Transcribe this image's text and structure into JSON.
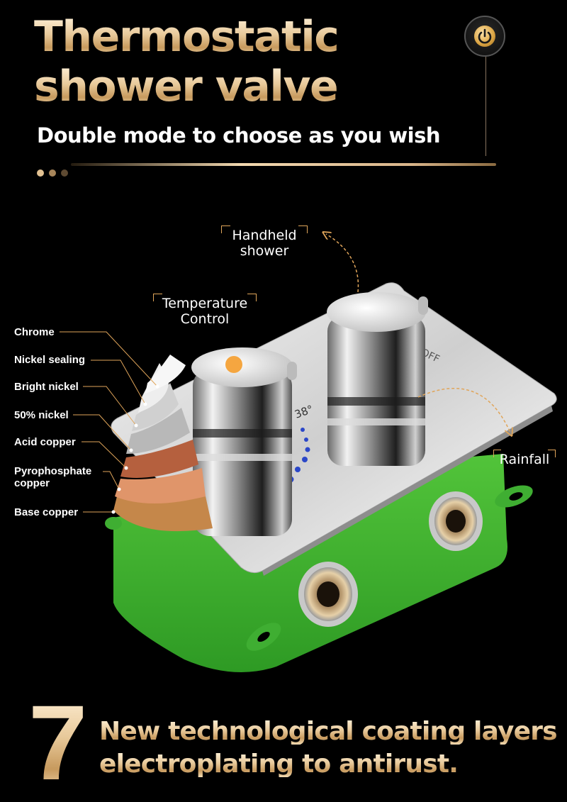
{
  "header": {
    "title_line1": "Thermostatic",
    "title_line2": "shower valve",
    "subtitle": "Double mode to choose as you wish"
  },
  "colors": {
    "background": "#000000",
    "gold": "#e8c99a",
    "accent_orange": "#e0a55a",
    "housing_green": "#3fb030",
    "chrome": "#d9d9d9",
    "dot1": "#e2c292",
    "dot2": "#a8865a",
    "dot3": "#5e4a32"
  },
  "icons": {
    "power": "power-icon"
  },
  "callouts": {
    "handheld": "Handheld\nshower",
    "temperature": "Temperature\nControl",
    "rainfall": "Rainfall"
  },
  "layers": [
    {
      "label": "Chrome"
    },
    {
      "label": "Nickel sealing"
    },
    {
      "label": "Bright nickel"
    },
    {
      "label": "50% nickel"
    },
    {
      "label": "Acid copper"
    },
    {
      "label": "Pyrophosphate\ncopper"
    },
    {
      "label": "Base copper"
    }
  ],
  "valve": {
    "temperature_mark": "38°",
    "off_mark": "OFF"
  },
  "footer": {
    "number": "7",
    "line1": "New technological coating layers",
    "line2": "electroplating to antirust."
  }
}
